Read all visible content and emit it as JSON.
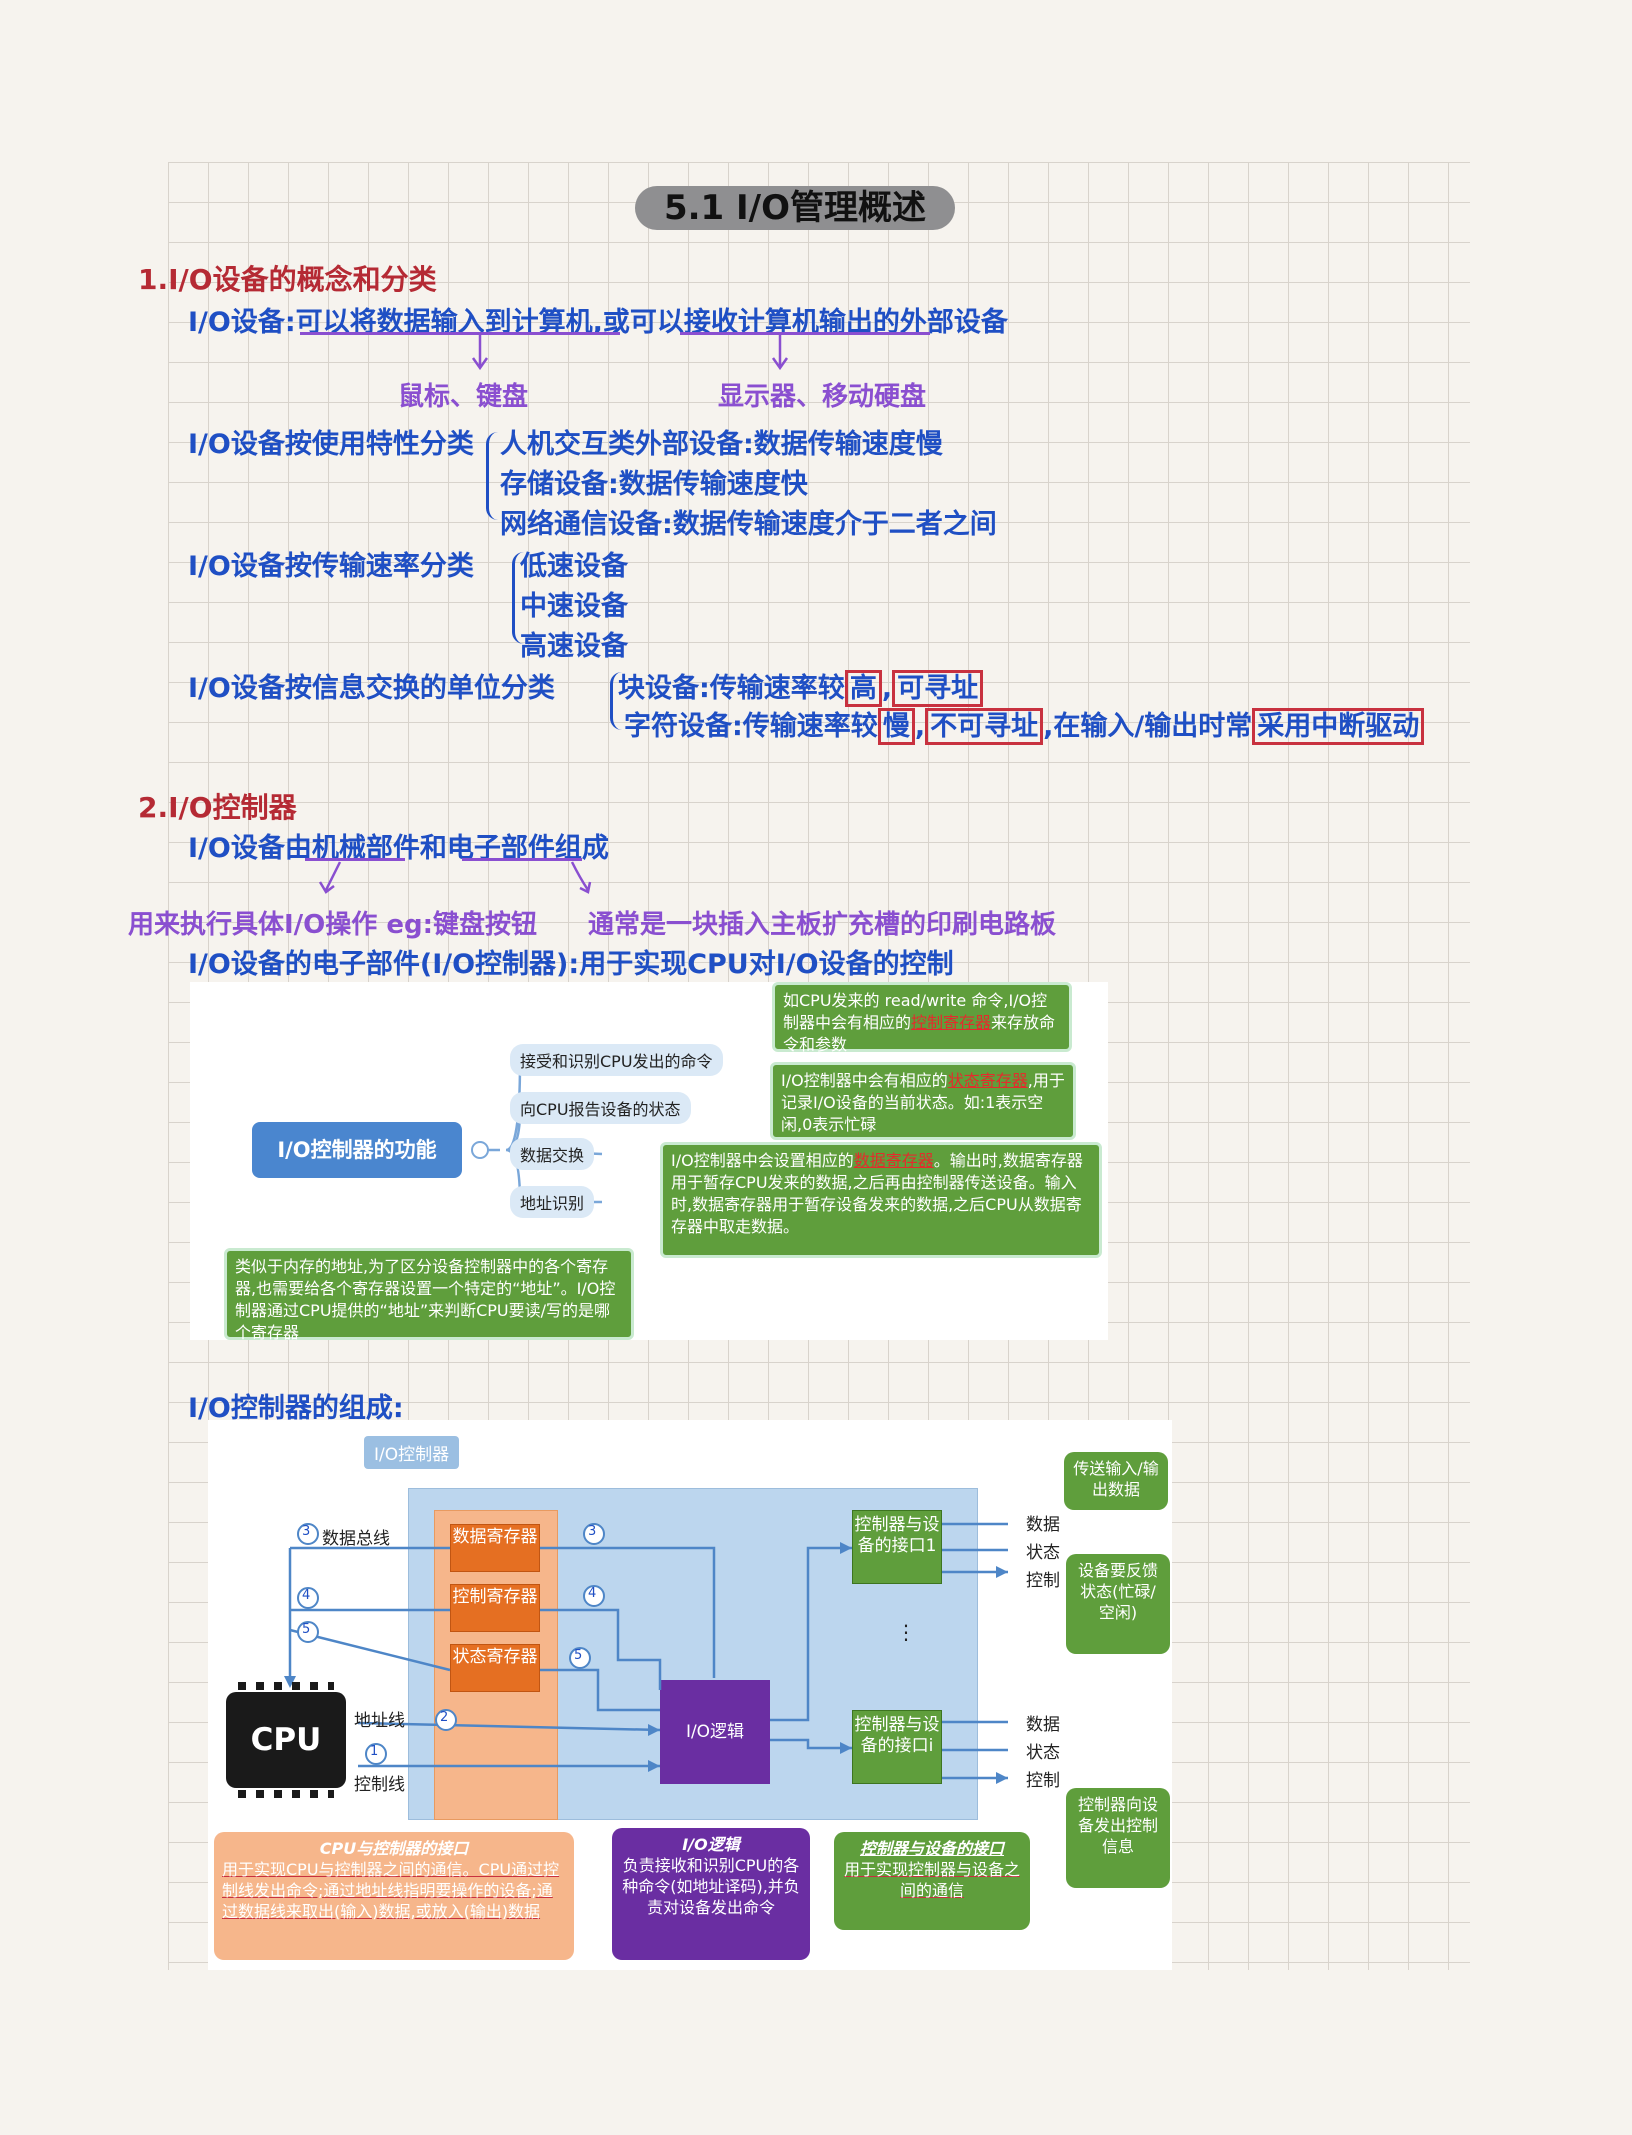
{
  "title": "5.1 I/O管理概述",
  "section1": {
    "heading": "1.I/O设备的概念和分类",
    "definition": "I/O设备:可以将数据输入到计算机,或可以接收计算机输出的外部设备",
    "examples_in": "鼠标、键盘",
    "examples_out": "显示器、移动硬盘",
    "by_usage_label": "I/O设备按使用特性分类",
    "by_usage_items": [
      "人机交互类外部设备:数据传输速度慢",
      "存储设备:数据传输速度快",
      "网络通信设备:数据传输速度介于二者之间"
    ],
    "by_rate_label": "I/O设备按传输速率分类",
    "by_rate_items": [
      "低速设备",
      "中速设备",
      "高速设备"
    ],
    "by_unit_label": "I/O设备按信息交换的单位分类",
    "block_text": "块设备:传输速率较",
    "block_high": "高",
    "block_addr": "可寻址",
    "char_text": "字符设备:传输速率较",
    "char_slow": "慢",
    "char_addr": "不可寻址",
    "char_mid": ",在输入/输出时常",
    "char_irq": "采用中断驱动"
  },
  "section2": {
    "heading": "2.I/O控制器",
    "composition": "I/O设备由机械部件和电子部件组成",
    "mechanical_note": "用来执行具体I/O操作 eg:键盘按钮",
    "electronic_note": "通常是一块插入主板扩充槽的印刷电路板",
    "controller_line": "I/O设备的电子部件(I/O控制器):用于实现CPU对I/O设备的控制",
    "composition_heading": "I/O控制器的组成:"
  },
  "figure1": {
    "center": "I/O控制器的功能",
    "branches": [
      "接受和识别CPU发出的命令",
      "向CPU报告设备的状态",
      "数据交换",
      "地址识别"
    ],
    "note_cmd_a": "如CPU发来的 read/write 命令,I/O控制器中会有相应的",
    "note_cmd_red": "控制寄存器",
    "note_cmd_b": "来存放命令和参数",
    "note_status_a": "I/O控制器中会有相应的",
    "note_status_red": "状态寄存器",
    "note_status_b": ",用于记录I/O设备的当前状态。如:1表示空闲,0表示忙碌",
    "note_data_a": "I/O控制器中会设置相应的",
    "note_data_red": "数据寄存器",
    "note_data_b": "。输出时,数据寄存器用于暂存CPU发来的数据,之后再由控制器传送设备。输入时,数据寄存器用于暂存设备发来的数据,之后CPU从数据寄存器中取走数据。",
    "note_addr": "类似于内存的地址,为了区分设备控制器中的各个寄存器,也需要给各个寄存器设置一个特定的“地址”。I/O控制器通过CPU提供的“地址”来判断CPU要读/写的是哪个寄存器"
  },
  "figure2": {
    "controller_tag": "I/O控制器",
    "regs": [
      "数据寄存器",
      "控制寄存器",
      "状态寄存器"
    ],
    "logic": "I/O逻辑",
    "iface1": "控制器与设备的接口1",
    "ifacei": "控制器与设备的接口i",
    "bus_data": "数据总线",
    "bus_addr": "地址线",
    "bus_ctrl": "控制线",
    "cpu": "CPU",
    "signals": [
      "数据",
      "状态",
      "控制"
    ],
    "ellipsis": "⋮",
    "circle_nums": [
      "3",
      "4",
      "5",
      "2",
      "1",
      "3",
      "4",
      "5"
    ],
    "note_io": "传送输入/输出数据",
    "note_status": "设备要反馈状态(忙碌/空闲)",
    "note_ctrl": "控制器向设备发出控制信息",
    "cpu_iface_title": "CPU与控制器的接口",
    "cpu_iface_body": "用于实现CPU与控制器之间的通信。CPU通过控制线发出命令;通过地址线指明要操作的设备;通过数据线来取出(输入)数据,或放入(输出)数据",
    "logic_title": "I/O逻辑",
    "logic_body": "负责接收和识别CPU的各种命令(如地址译码),并负责对设备发出命令",
    "dev_iface_title": "控制器与设备的接口",
    "dev_iface_body": "用于实现控制器与设备之间的通信"
  },
  "colors": {
    "ink_blue": "#1f4fc4",
    "ink_purple": "#8a4fd0",
    "ink_red": "#b52a34",
    "highlight_box": "#c8313f"
  }
}
